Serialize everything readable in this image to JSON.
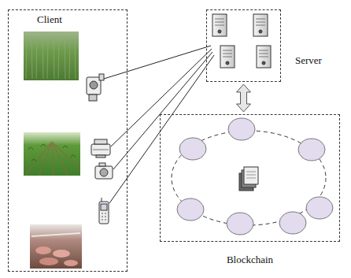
{
  "diagram": {
    "nodes": [
      {
        "text": [
          "Client"
        ]
      },
      {
        "text": [
          "Server"
        ]
      },
      {
        "text": [
          "Blockchain"
        ]
      }
    ],
    "edges": [
      {
        "from": 1,
        "to": 2,
        "arrow": "both"
      }
    ]
  }
}
